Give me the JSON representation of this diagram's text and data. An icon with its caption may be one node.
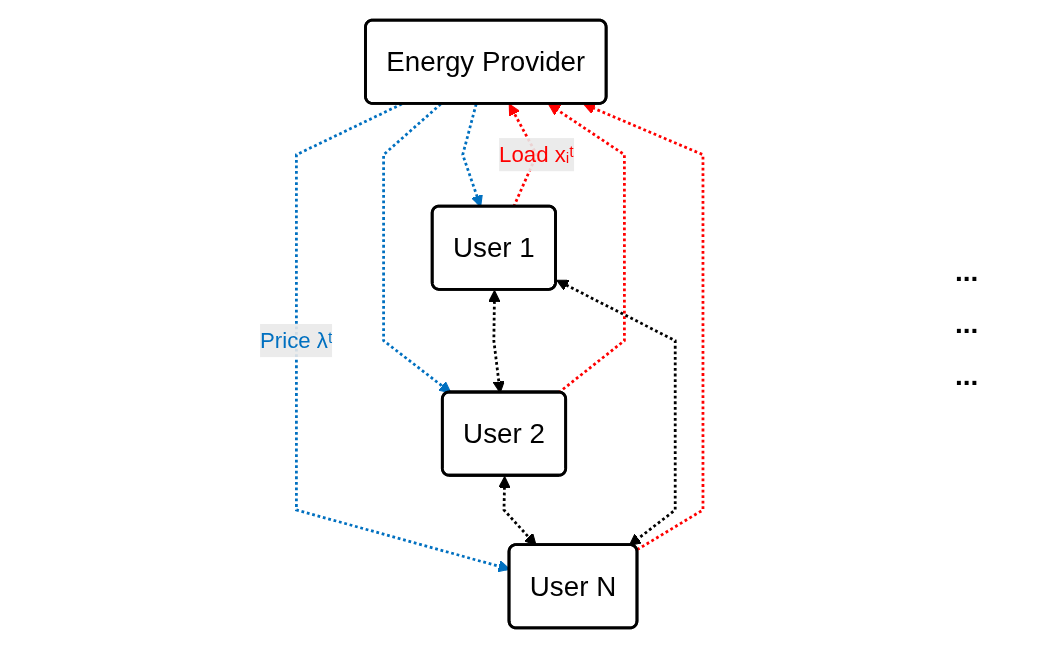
{
  "diagram": {
    "nodes": [
      {
        "text": [
          "Energy Provider"
        ]
      },
      {
        "text": [
          "User 1"
        ]
      },
      {
        "text": [
          "User 2"
        ]
      },
      {
        "text": [
          "User N"
        ]
      }
    ],
    "edges": [
      {
        "from": 1,
        "to": 0,
        "arrow": "to",
        "label": "Load xᵢᵗ",
        "style": "dashed",
        "color": "#ff0000"
      },
      {
        "from": 2,
        "to": 0,
        "arrow": "to",
        "style": "dashed",
        "color": "#ff0000"
      },
      {
        "from": 3,
        "to": 0,
        "arrow": "to",
        "style": "dashed",
        "color": "#ff0000"
      },
      {
        "from": 0,
        "to": 1,
        "arrow": "to",
        "style": "dashed",
        "color": "#0070c0"
      },
      {
        "from": 0,
        "to": 2,
        "arrow": "to",
        "style": "dashed",
        "color": "#0070c0"
      },
      {
        "from": 0,
        "to": 3,
        "arrow": "to",
        "label": "Price λᵗ",
        "style": "dashed",
        "color": "#0070c0"
      },
      {
        "from": 1,
        "to": 2,
        "arrow": "both",
        "style": "dashed",
        "color": "#000000"
      },
      {
        "from": 2,
        "to": 3,
        "arrow": "both",
        "style": "dashed",
        "color": "#000000"
      },
      {
        "from": 1,
        "to": 3,
        "arrow": "both",
        "style": "dashed",
        "color": "#000000"
      }
    ],
    "labels": [
      "...",
      "...",
      "..."
    ]
  }
}
